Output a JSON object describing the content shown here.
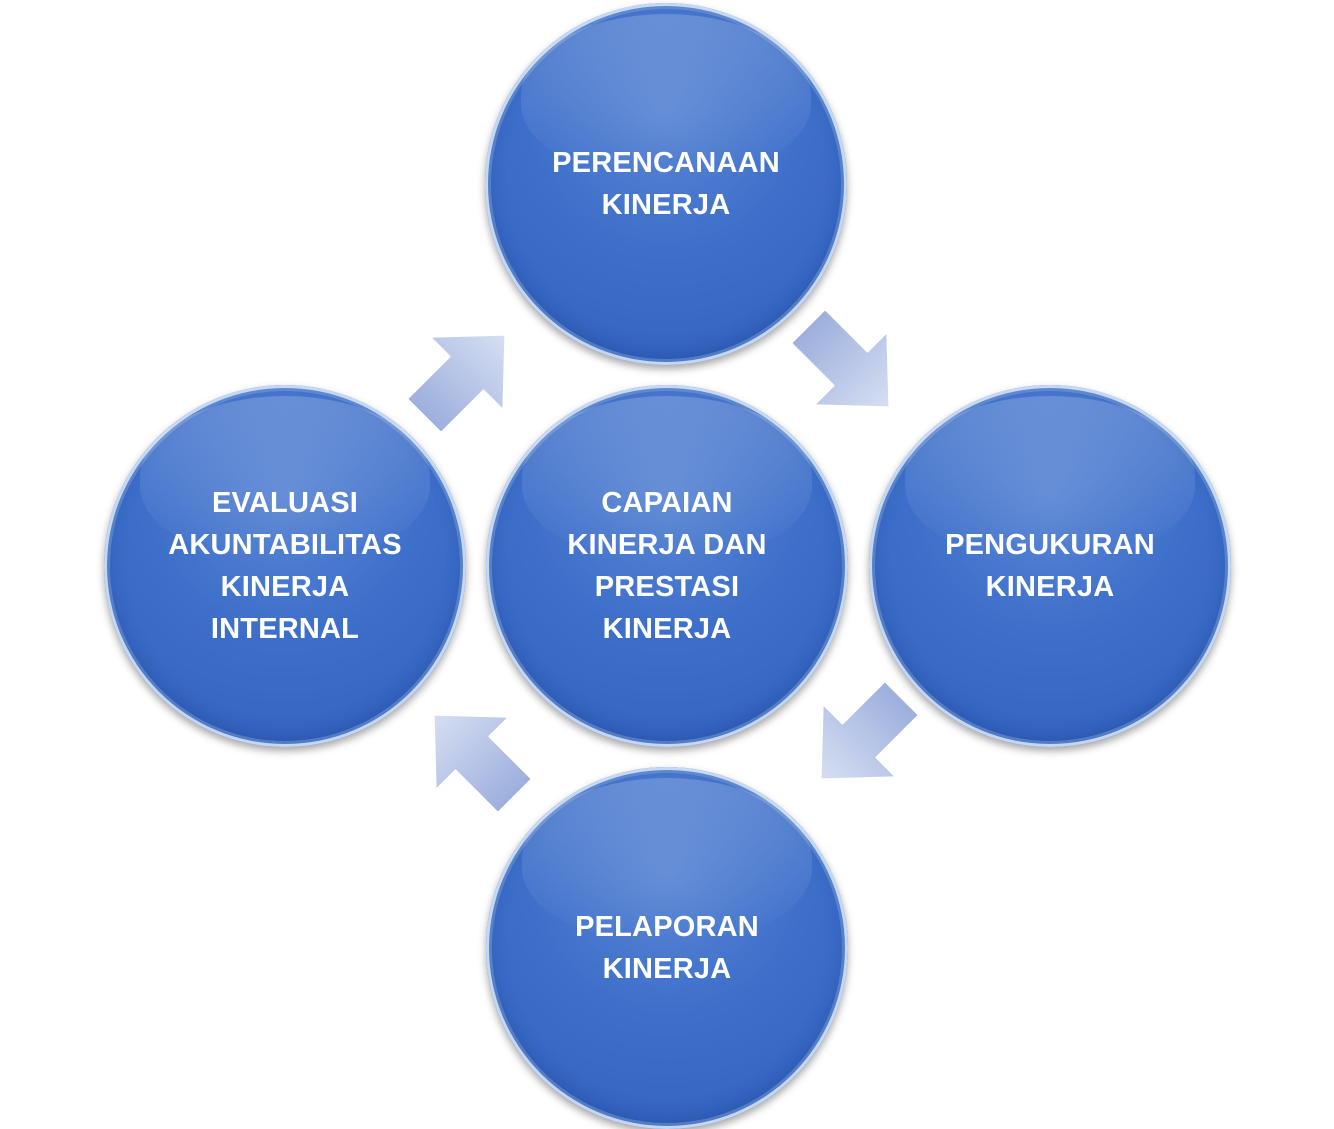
{
  "diagram": {
    "nodes": [
      {
        "id": "top",
        "label": "PERENCANAAN\nKINERJA"
      },
      {
        "id": "right",
        "label": "PENGUKURAN\nKINERJA"
      },
      {
        "id": "bottom",
        "label": "PELAPORAN\nKINERJA"
      },
      {
        "id": "left",
        "label": "EVALUASI\nAKUNTABILITAS\nKINERJA\nINTERNAL"
      },
      {
        "id": "center",
        "label": "CAPAIAN\nKINERJA DAN\nPRESTASI\nKINERJA"
      }
    ],
    "edges": [
      {
        "from": "top",
        "to": "right",
        "direction": "down-right"
      },
      {
        "from": "right",
        "to": "bottom",
        "direction": "down-left"
      },
      {
        "from": "bottom",
        "to": "left",
        "direction": "up-left"
      },
      {
        "from": "left",
        "to": "top",
        "direction": "up-right"
      }
    ],
    "colors": {
      "node_fill": "#3d6fca",
      "node_border": "#d2e1f5",
      "arrow_fill": "#b3c3e6",
      "text": "#ffffff"
    }
  }
}
